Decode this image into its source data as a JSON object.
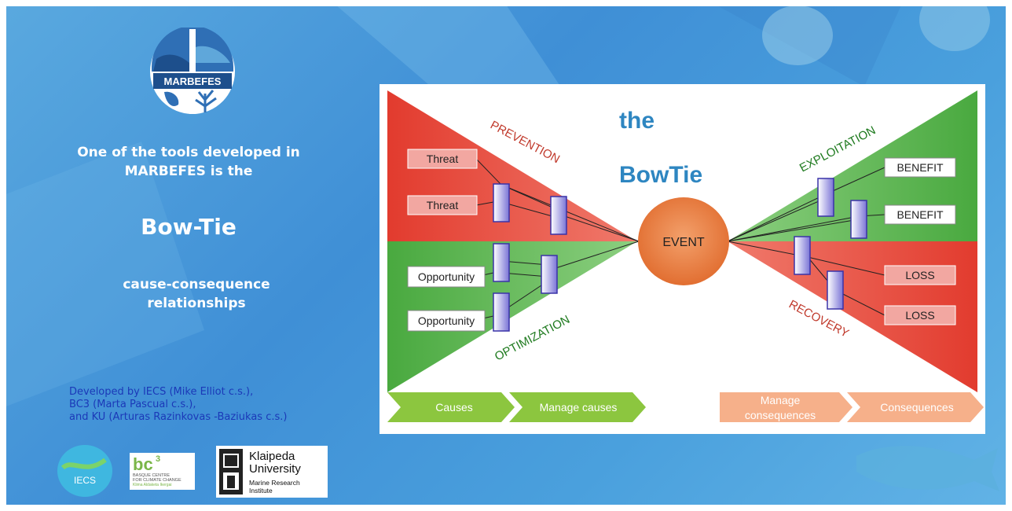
{
  "logo": {
    "name": "MARBEFES"
  },
  "left": {
    "intro_line1": "One of the tools developed in",
    "intro_line2": "MARBEFES is the",
    "title": "Bow-Tie",
    "subtitle_line1": "cause-consequence",
    "subtitle_line2": "relationships"
  },
  "credits": {
    "line1": "Developed by IECS (Mike Elliot   c.s.),",
    "line2": "BC3 (Marta Pascual c.s.),",
    "line3": "and KU (Arturas Razinkovas -Baziukas c.s.)"
  },
  "partner_logos": {
    "iecs": "IECS",
    "bc3_main": "bc",
    "bc3_sup": "3",
    "bc3_line1": "BASQUE CENTRE",
    "bc3_line2": "FOR CLIMATE CHANGE",
    "bc3_line3": "Klima Aldaketa Ikergai",
    "ku_line1": "Klaipeda",
    "ku_line2": "University",
    "ku_line3": "Marine Research",
    "ku_line4": "Institute"
  },
  "diagram": {
    "heading_line1": "the",
    "heading_line2": "BowTie",
    "event": "EVENT",
    "prevention": "PREVENTION",
    "optimization": "OPTIMIZATION",
    "exploitation": "EXPLOITATION",
    "recovery": "RECOVERY",
    "threats": [
      "Threat",
      "Threat"
    ],
    "opportunities": [
      "Opportunity",
      "Opportunity"
    ],
    "benefits": [
      "BENEFIT",
      "BENEFIT"
    ],
    "losses": [
      "LOSS",
      "LOSS"
    ],
    "arrows": {
      "causes": "Causes",
      "manage_causes": "Manage causes",
      "manage_consequences_line1": "Manage",
      "manage_consequences_line2": "consequences",
      "consequences": "Consequences"
    },
    "colors": {
      "red": "#e84a3c",
      "green": "#55b44a",
      "event": "#e57a3a",
      "arrow_green": "#8cc63f",
      "arrow_orange": "#f6b08a",
      "heading": "#2e86c1"
    }
  }
}
